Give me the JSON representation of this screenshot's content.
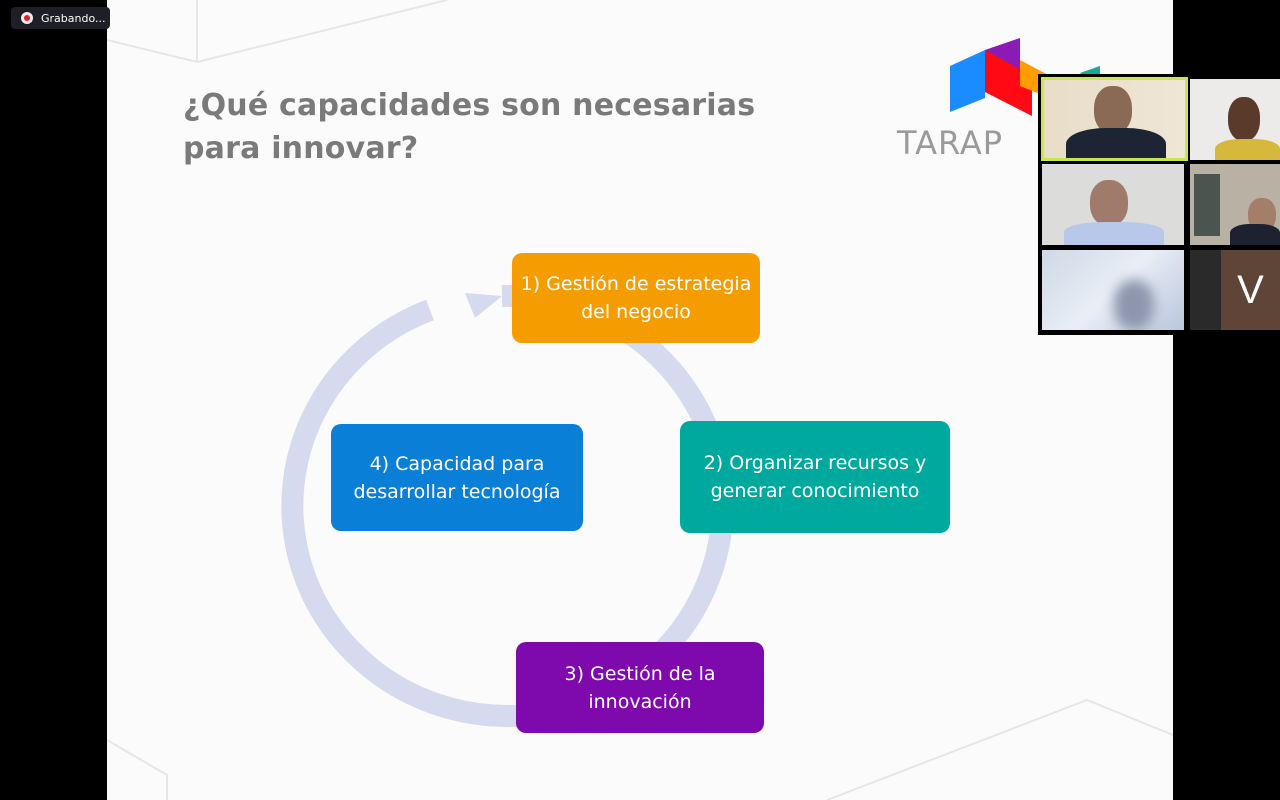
{
  "recording": {
    "label": "Grabando...",
    "icon": "record-dot-icon"
  },
  "slide": {
    "title_line1": "¿Qué capacidades son necesarias",
    "title_line2": "para innovar?",
    "logo_text": "TARAP",
    "cycle": [
      {
        "label": "1) Gestión de estrategia del negocio",
        "color": "#f59c00"
      },
      {
        "label": "2) Organizar recursos y generar conocimiento",
        "color": "#00a99d"
      },
      {
        "label": "3) Gestión de la innovación",
        "color": "#7e0aad"
      },
      {
        "label": "4) Capacidad para desarrollar tecnología",
        "color": "#0a7fd8"
      }
    ],
    "ring_color": "#d6daee"
  },
  "gallery": {
    "active_border_color": "#c8e84a",
    "avatar_initial": "V"
  }
}
